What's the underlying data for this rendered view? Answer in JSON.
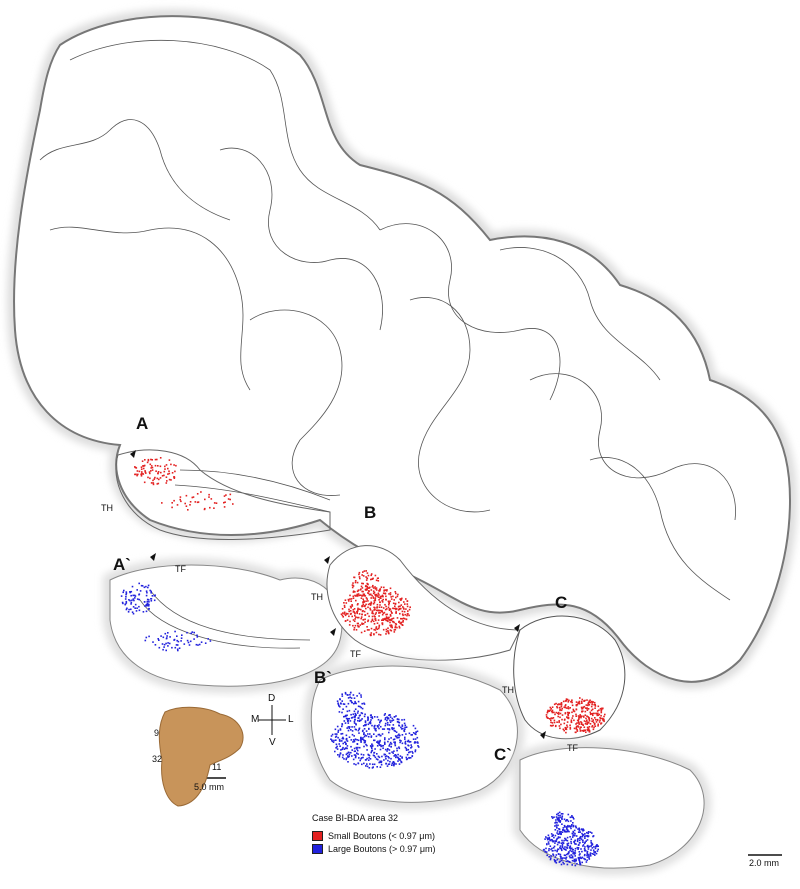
{
  "colors": {
    "small_boutons": "#e32222",
    "large_boutons": "#2222dd",
    "outline": "#444444",
    "halo": "#dcdcdc"
  },
  "panels": {
    "A": "A",
    "A_prime": "A`",
    "B": "B",
    "B_prime": "B`",
    "C": "C",
    "C_prime": "C`"
  },
  "regions": {
    "th_a": "TH",
    "tf_a": "TF",
    "th_b": "TH",
    "tf_b": "TF",
    "th_c": "TH",
    "tf_c": "TF"
  },
  "orientation": {
    "dorsal": "D",
    "ventral": "V",
    "medial": "M",
    "lateral": "L"
  },
  "inset": {
    "area_9": "9",
    "area_32": "32",
    "area_11": "11",
    "scale": "5.0 mm"
  },
  "scale_bar": "2.0 mm",
  "legend": {
    "title": "Case BI-BDA area 32",
    "small_label": "Small Boutons (< 0.97 μm)",
    "large_label": "Large Boutons (> 0.97 μm)"
  }
}
